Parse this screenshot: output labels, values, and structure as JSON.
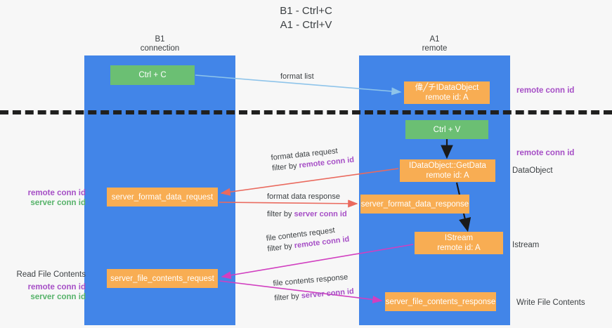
{
  "title": {
    "line1": "B1 - Ctrl+C",
    "line2": "A1 - Ctrl+V"
  },
  "columns": [
    {
      "name": "B1",
      "sub": "connection"
    },
    {
      "name": "A1",
      "sub": "remote"
    }
  ],
  "boxes": {
    "ctrl_c": {
      "label": "Ctrl + C",
      "color": "#6bbf73"
    },
    "idataobject": {
      "line1": "偉╱チIDataObject",
      "line2": "remote id: A",
      "color": "#f8ad53"
    },
    "ctrl_v": {
      "label": "Ctrl + V",
      "color": "#6bbf73"
    },
    "getdata": {
      "line1": "IDataObject::GetData",
      "line2": "remote id: A",
      "color": "#f8ad53"
    },
    "sfd_request": {
      "label": "server_format_data_request",
      "color": "#f8ad53"
    },
    "sfd_response": {
      "label": "server_format_data_response",
      "color": "#f8ad53"
    },
    "istream": {
      "line1": "IStream",
      "line2": "remote id: A",
      "color": "#f8ad53"
    },
    "sfc_request": {
      "label": "server_file_contents_request",
      "color": "#f8ad53"
    },
    "sfc_response": {
      "label": "server_file_contents_response",
      "color": "#f8ad53"
    }
  },
  "edge_labels": {
    "format_list": "format list",
    "format_data_request": "format data request",
    "format_data_request_filter_prefix": "filter by ",
    "format_data_request_filter_key": "remote conn id",
    "format_data_response": "format data response",
    "format_data_response_filter_prefix": "filter by ",
    "format_data_response_filter_key": "server conn id",
    "file_contents_request": "file contents request",
    "file_contents_request_filter_prefix": "filter by ",
    "file_contents_request_filter_key": "remote conn id",
    "file_contents_response": "file contents response",
    "file_contents_response_filter_prefix": "filter by ",
    "file_contents_response_filter_key": "server conn id"
  },
  "annotations": {
    "remote_conn_id_top": "remote conn id",
    "remote_conn_id_mid": "remote conn id",
    "dataobject": "DataObject",
    "istream": "Istream",
    "write_file_contents": "Write File Contents",
    "read_file_contents": "Read File Contents",
    "left_remote_conn_id_1": "remote conn id",
    "left_server_conn_id_1": "server conn id",
    "left_remote_conn_id_2": "remote conn id",
    "left_server_conn_id_2": "server conn id"
  },
  "colors": {
    "lane": "#4285e8",
    "green_box": "#6bbf73",
    "orange_box": "#f8ad53",
    "purple_text": "#a64fc6",
    "green_text": "#57b36a",
    "red_arrow": "#ea6a5e",
    "magenta_arrow": "#d13fc0",
    "blue_arrow": "#8ec4ea",
    "black_arrow": "#1a1a1a",
    "background": "#f7f7f7"
  }
}
